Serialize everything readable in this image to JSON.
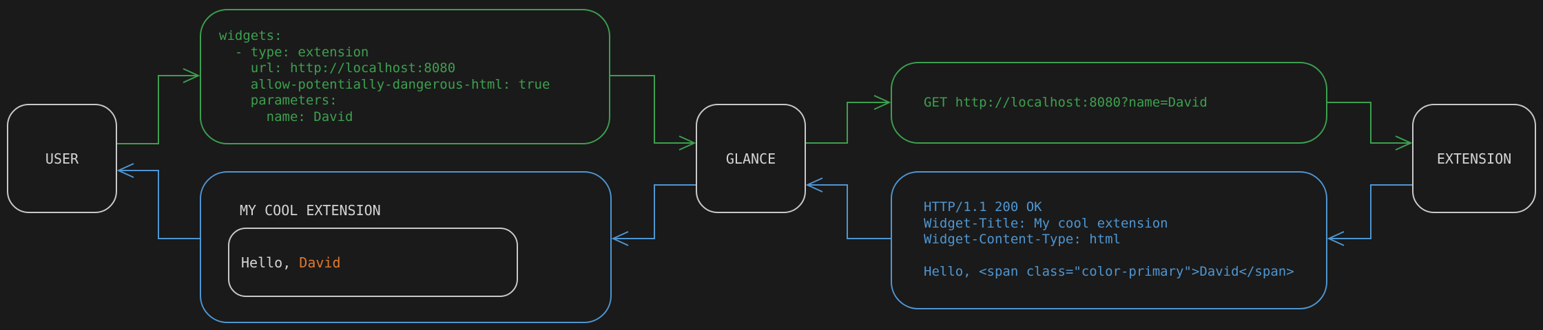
{
  "colors": {
    "background": "#1a1a1a",
    "node_border": "#c9c9c9",
    "node_text": "#d4d4d4",
    "request_green": "#3da04f",
    "response_blue": "#4f96d2",
    "primary_orange": "#e1782e"
  },
  "nodes": {
    "user": {
      "label": "USER"
    },
    "glance": {
      "label": "GLANCE"
    },
    "extension": {
      "label": "EXTENSION"
    }
  },
  "config_box": {
    "lines": [
      "widgets:",
      "  - type: extension",
      "    url: http://localhost:8080",
      "    allow-potentially-dangerous-html: true",
      "    parameters:",
      "      name: David"
    ]
  },
  "request_box": {
    "text": "GET http://localhost:8080?name=David"
  },
  "response_box": {
    "lines": [
      "HTTP/1.1 200 OK",
      "Widget-Title: My cool extension",
      "Widget-Content-Type: html",
      "",
      "Hello, <span class=\"color-primary\">David</span>"
    ]
  },
  "widget_preview": {
    "title": "MY COOL EXTENSION",
    "greeting_prefix": "Hello, ",
    "greeting_name": "David"
  }
}
